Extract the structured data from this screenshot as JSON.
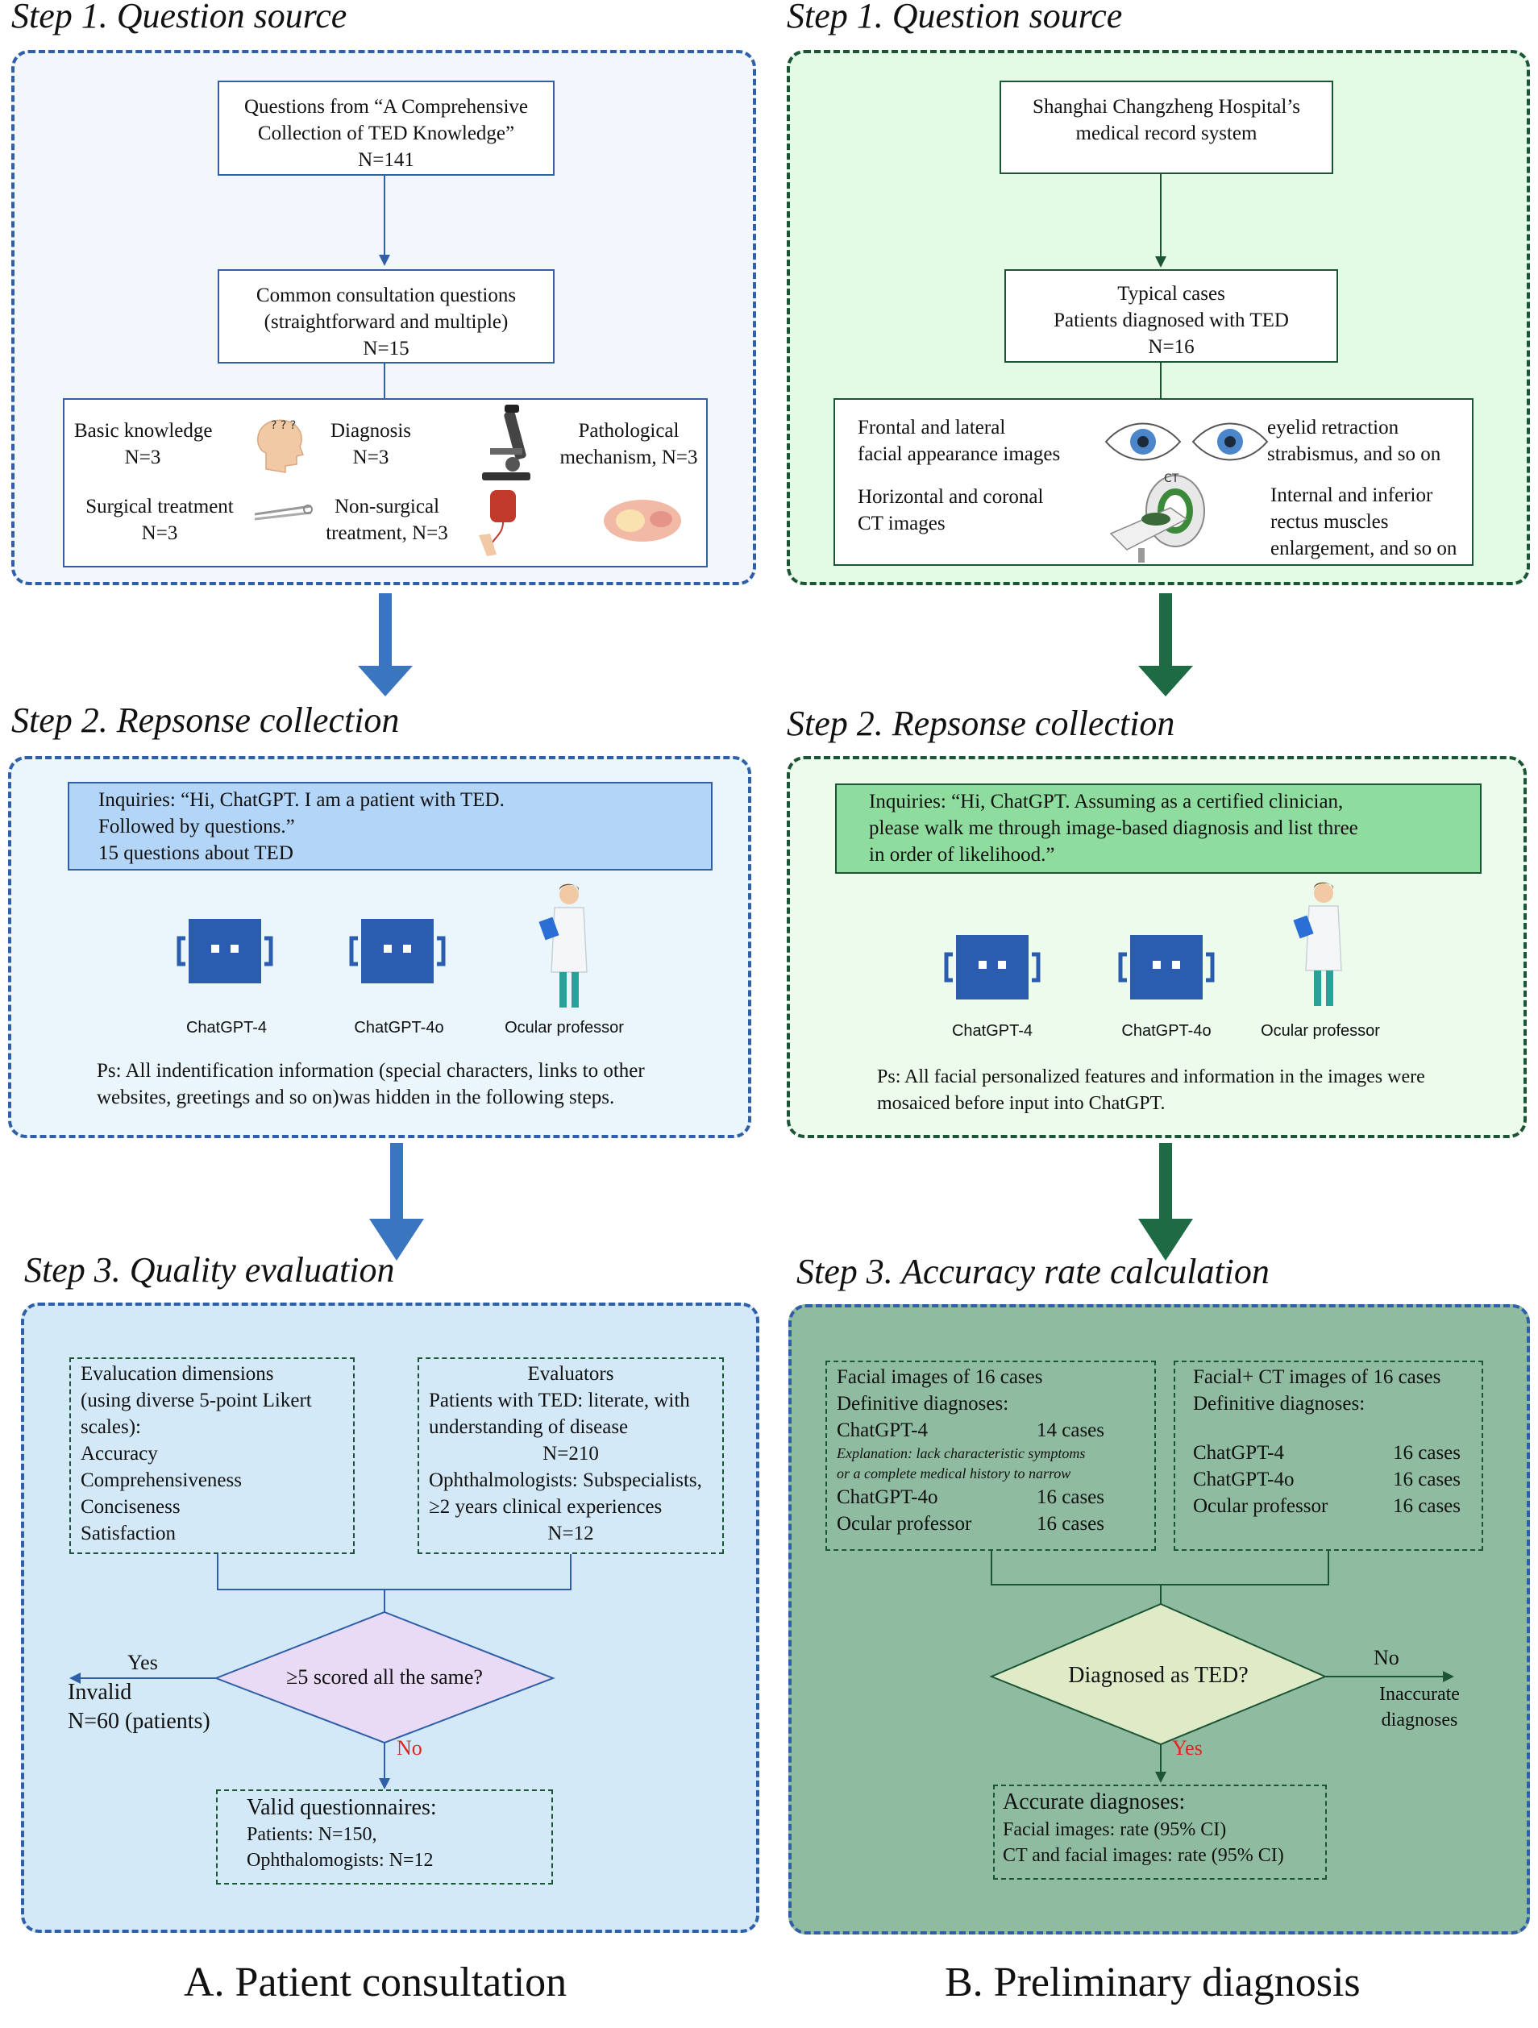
{
  "colors": {
    "blue_border": "#2e5fa8",
    "green_border": "#1c5436",
    "blue_arrow": "#3a76c0",
    "green_arrow": "#1d6a45",
    "panel_a1_bg": "#f1f7fc",
    "panel_a2_bg": "#eaf6fb",
    "panel_a3_bg": "#d3e9f8",
    "panel_b1_bg": "#e3fbe5",
    "panel_b2_bg": "#ecfbec",
    "panel_b3_bg": "#8fbba0",
    "inquiry_a_bg": "#b3d5f8",
    "inquiry_b_bg": "#8fdd9e",
    "diamond_a": "#e9dbf5",
    "diamond_b": "#deebc6",
    "red": "#e32222"
  },
  "left": {
    "step1": "Step 1. Question source",
    "step2": "Step 2. Repsonse collection",
    "step3": "Step 3. Quality evaluation",
    "source_box": [
      "Questions from “A Comprehensive",
      "Collection of TED Knowledge”",
      "N=141"
    ],
    "common_box": [
      "Common consultation questions",
      "(straightforward and multiple)",
      "N=15"
    ],
    "categories": {
      "basic": [
        "Basic knowledge",
        "N=3"
      ],
      "diagnosis": [
        "Diagnosis",
        "N=3"
      ],
      "patho": [
        "Pathological",
        "mechanism, N=3"
      ],
      "surgical": [
        "Surgical treatment",
        "N=3"
      ],
      "nonsurg": [
        "Non-surgical",
        "treatment, N=3"
      ]
    },
    "inquiry": [
      "Inquiries: “Hi, ChatGPT. I am a patient with TED.",
      "Followed by questions.”",
      "15 questions about TED"
    ],
    "agents": [
      "ChatGPT-4",
      "ChatGPT-4o",
      "Ocular professor"
    ],
    "ps": [
      "Ps: All indentification information (special characters, links to other",
      "websites, greetings and so on)was hidden in the following steps."
    ],
    "eval_dims": [
      "Evalucation dimensions",
      "(using diverse 5-point Likert",
      "scales):",
      "Accuracy",
      "Comprehensiveness",
      "Conciseness",
      "Satisfaction"
    ],
    "evaluators": [
      "Evaluators",
      "Patients with TED: literate, with",
      "understanding of disease",
      "N=210",
      "Ophthalmologists: Subspecialists,",
      "≥2 years clinical experiences",
      "N=12"
    ],
    "diamond": "≥5 scored all the same?",
    "yes": "Yes",
    "no": "No",
    "invalid": [
      "Invalid",
      "N=60 (patients)"
    ],
    "valid": [
      "Valid questionnaires:",
      "Patients: N=150,",
      "Ophthalomogists: N=12"
    ],
    "caption": "A. Patient consultation"
  },
  "right": {
    "step1": "Step 1. Question source",
    "step2": "Step 2. Repsonse collection",
    "step3": "Step 3. Accuracy rate calculation",
    "source_box": [
      "Shanghai Changzheng Hospital’s",
      "medical record system"
    ],
    "typical_box": [
      "Typical cases",
      "Patients diagnosed with TED",
      "N=16"
    ],
    "images": {
      "frontal": [
        "Frontal and lateral",
        "facial appearance images"
      ],
      "eyelid": [
        "eyelid retraction",
        "strabismus, and so on"
      ],
      "ct": [
        "Horizontal and coronal",
        "CT images"
      ],
      "muscle": [
        "Internal and inferior",
        "rectus muscles",
        "enlargement, and so on"
      ],
      "ct_label": "CT"
    },
    "inquiry": [
      "Inquiries: “Hi, ChatGPT. Assuming as a certified clinician,",
      "please walk me through image-based diagnosis and list three",
      "in order of likelihood.”"
    ],
    "agents": [
      "ChatGPT-4",
      "ChatGPT-4o",
      "Ocular professor"
    ],
    "ps": [
      "Ps: All facial personalized features and information in the images were",
      "mosaiced before input into ChatGPT."
    ],
    "facial_box": {
      "title": [
        "Facial images of 16 cases",
        "Definitive diagnoses:"
      ],
      "rows": [
        [
          "ChatGPT-4",
          "14 cases"
        ],
        [
          "ChatGPT-4o",
          "16 cases"
        ],
        [
          "Ocular professor",
          "16 cases"
        ]
      ],
      "explanation": [
        "Explanation: lack characteristic symptoms",
        "or a complete medical history to narrow"
      ]
    },
    "ct_box": {
      "title": [
        "Facial+ CT images of 16 cases",
        "Definitive diagnoses:"
      ],
      "rows": [
        [
          "ChatGPT-4",
          "16 cases"
        ],
        [
          "ChatGPT-4o",
          "16 cases"
        ],
        [
          "Ocular professor",
          "16 cases"
        ]
      ]
    },
    "diamond": "Diagnosed as TED?",
    "no": "No",
    "yes": "Yes",
    "inaccurate": [
      "Inaccurate",
      "diagnoses"
    ],
    "accurate": [
      "Accurate diagnoses:",
      "Facial images: rate (95% CI)",
      "CT and facial images: rate (95% CI)"
    ],
    "caption": "B. Preliminary diagnosis"
  }
}
